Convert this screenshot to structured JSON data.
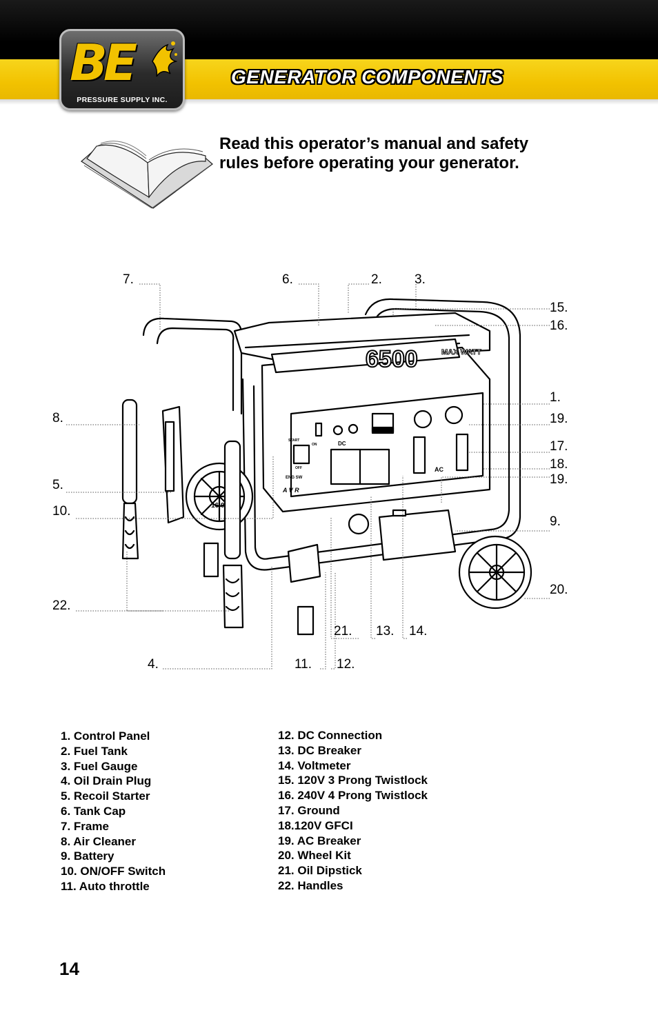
{
  "header": {
    "logo_text": "BE",
    "logo_subtext": "PRESSURE SUPPLY INC.",
    "title": "GENERATOR  COMPONENTS"
  },
  "notice": {
    "text_line1": "Read this operator’s manual and safety",
    "text_line2": "rules before operating your generator."
  },
  "diagram": {
    "brand_label": "6500",
    "brand_sub": "MAX WATT",
    "panel_labels": [
      "DC",
      "AC",
      "A V R",
      "ENG SW",
      "START",
      "ON",
      "OFF"
    ],
    "engine_label": "16.0",
    "callouts": [
      "7.",
      "6.",
      "2.",
      "3.",
      "15.",
      "16.",
      "1.",
      "8.",
      "19.",
      "17.",
      "18.",
      "19.",
      "5.",
      "10.",
      "9.",
      "20.",
      "22.",
      "21.",
      "13.",
      "14.",
      "4.",
      "11.",
      "12."
    ]
  },
  "parts_list": {
    "left": [
      "1. Control Panel",
      "2. Fuel Tank",
      "3. Fuel Gauge",
      "4. Oil Drain Plug",
      "5. Recoil Starter",
      "6. Tank Cap",
      "7. Frame",
      "8. Air Cleaner",
      "9. Battery",
      "10. ON/OFF Switch",
      "11. Auto throttle"
    ],
    "right": [
      "12. DC Connection",
      "13. DC Breaker",
      "14. Voltmeter",
      "15. 120V 3 Prong Twistlock",
      "16. 240V 4 Prong Twistlock",
      "17. Ground",
      "18.120V GFCI",
      "19. AC Breaker",
      "20. Wheel Kit",
      "21. Oil Dipstick",
      "22. Handles"
    ]
  },
  "page_number": "14"
}
